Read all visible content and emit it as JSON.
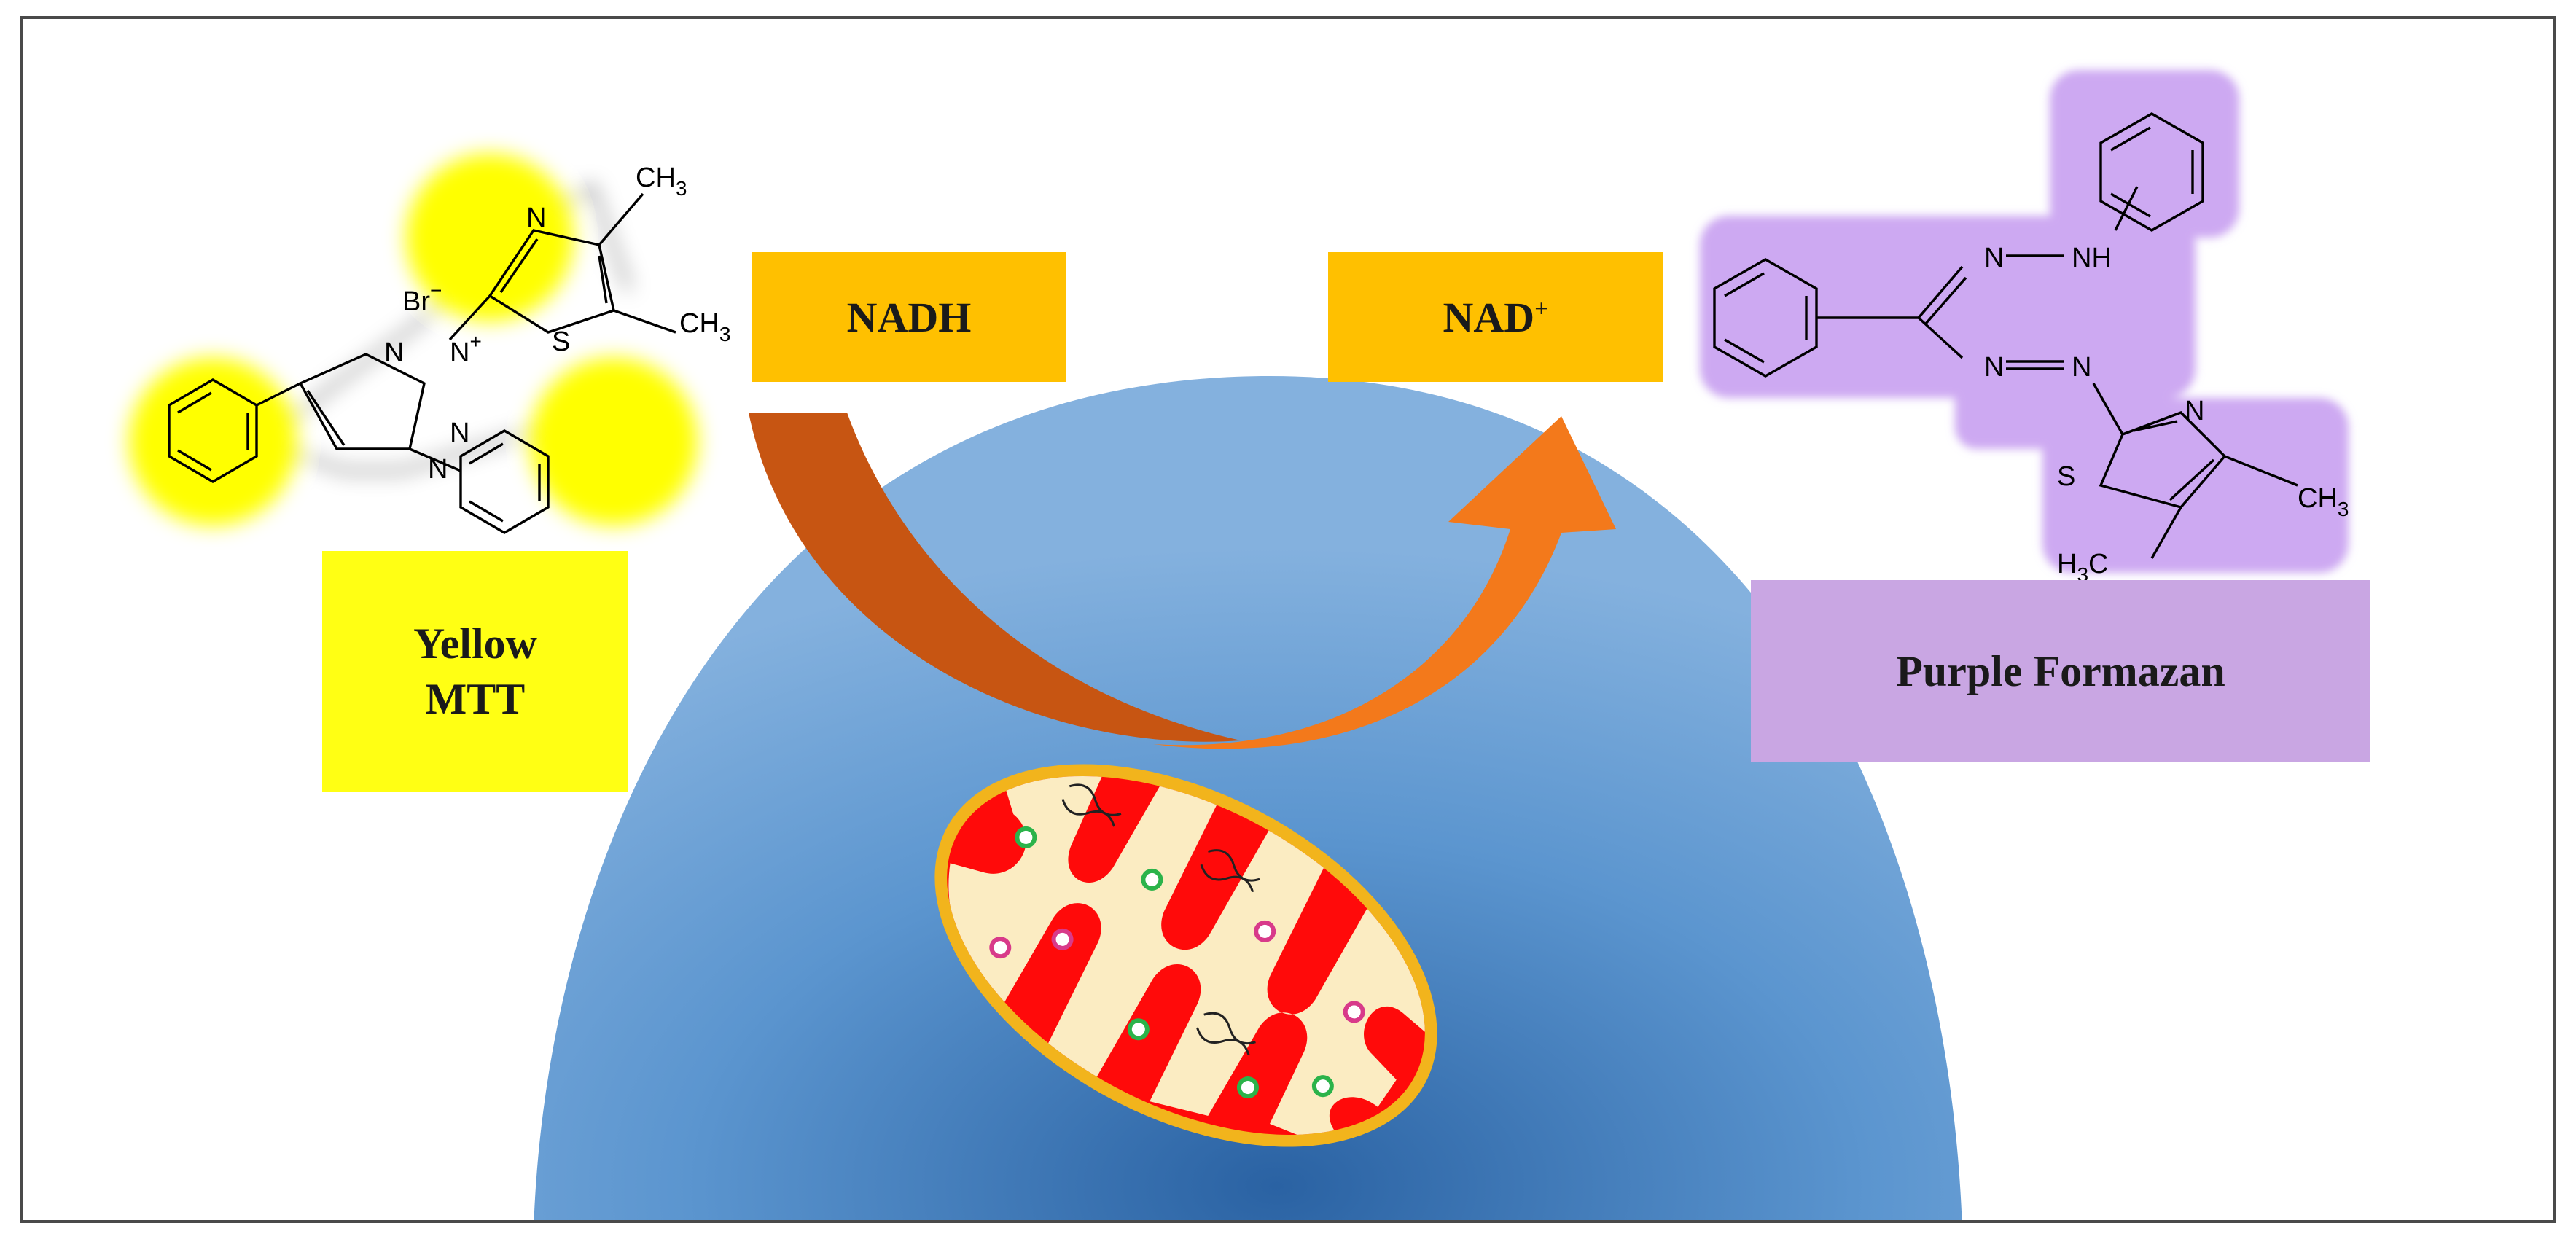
{
  "labels": {
    "nadh": "NADH",
    "nad": "NAD",
    "nad_charge": "+",
    "yellow_line1": "Yellow",
    "yellow_line2": "MTT",
    "purple": "Purple Formazan"
  },
  "mtt_structure": {
    "bromide": "Br",
    "bromide_charge": "−",
    "ring_charge": "+",
    "n": "N",
    "s": "S",
    "methyl": "CH",
    "methyl_sub": "3"
  },
  "formazan_structure": {
    "n": "N",
    "nh": "NH",
    "s": "S",
    "methyl_right": "CH",
    "methyl_left": "H",
    "methyl_left_c": "C",
    "sub": "3"
  },
  "colors": {
    "yellow_highlight": "#ffff00",
    "yellow_box": "#ffff14",
    "nad_box": "#ffc000",
    "purple_highlight": "#cda9f2",
    "purple_box": "#c9a6e3",
    "cell": "#5b95cf",
    "cell_dark": "#2c67a8",
    "arrow_left": "#c75512",
    "arrow_right": "#f3791b",
    "mito_outer": "#f2b41c",
    "mito_matrix": "#ff0a0a",
    "cristae_space": "#fbecc2"
  }
}
